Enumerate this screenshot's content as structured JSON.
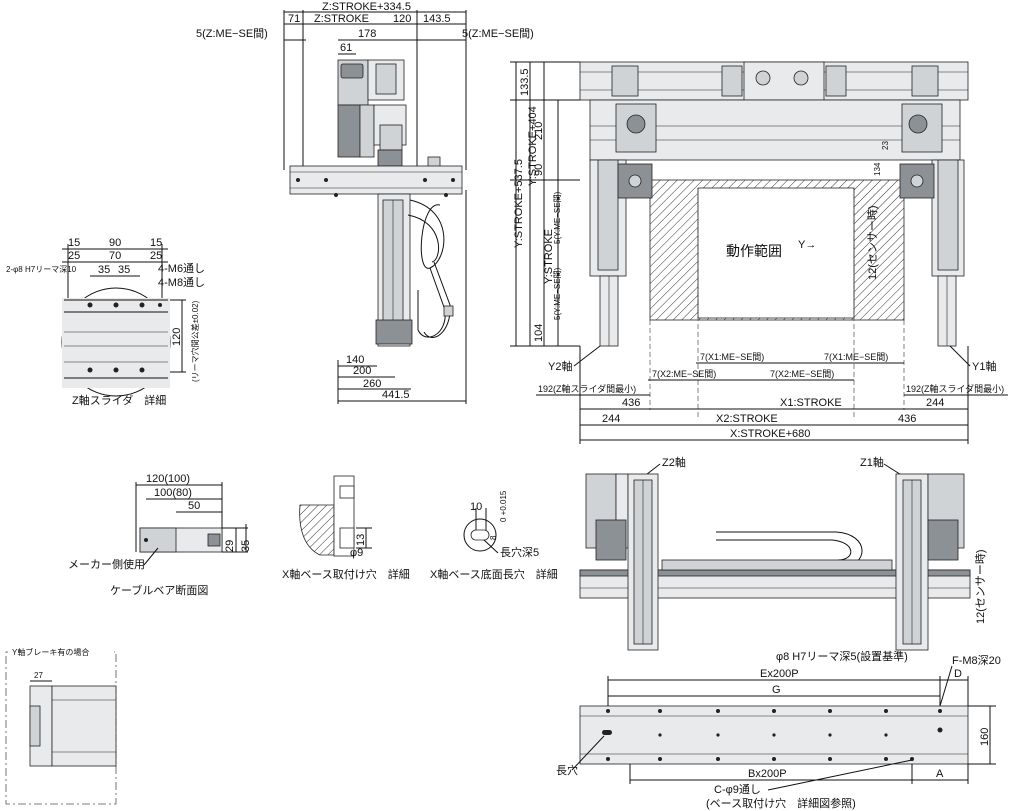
{
  "top_view_dims": {
    "z_stroke_total": "Z:STROKE+334.5",
    "d71": "71",
    "z_stroke": "Z:STROKE",
    "d120": "120",
    "d143_5": "143.5",
    "me_se_left": "5(Z:ME−SE間)",
    "me_se_right": "5(Z:ME−SE間)",
    "d178": "178",
    "d61": "61",
    "d140": "140",
    "d200": "200",
    "d260": "260",
    "d441_5": "441.5"
  },
  "slider_detail": {
    "d15a": "15",
    "d90": "90",
    "d15b": "15",
    "d25a": "25",
    "d70": "70",
    "d25b": "25",
    "d35a": "35",
    "d35b": "35",
    "reamer": "2-φ8 H7リーマ深10",
    "m6": "4-M6通し",
    "m8": "4-M8通し",
    "d120": "120",
    "tolerance": "(リーマ穴間公差±0.02)",
    "caption": "Z軸スライダ　詳細"
  },
  "front_view": {
    "y_stroke_total": "Y:STROKE+537.5",
    "y_stroke_404": "Y:STROKE+404",
    "y_stroke": "Y:STROKE",
    "d133_5": "133.5",
    "d210": "210",
    "d90": "90",
    "d104": "104",
    "y_me_se_top": "5(Y:ME−SE間)",
    "y_me_se_bottom": "5(Y:ME−SE間)",
    "d134": "134",
    "d23": "23",
    "range_label": "動作範囲",
    "y_arrow": "Y→",
    "sensor": "12(センサー時)",
    "y2": "Y2軸",
    "y1": "Y1軸",
    "x1_me_se_a": "7(X1:ME−SE間)",
    "x1_me_se_b": "7(X1:ME−SE間)",
    "x2_me_se_a": "7(X2:ME−SE間)",
    "x2_me_se_b": "7(X2:ME−SE間)",
    "z_slider_min_l": "192(Z軸スライダ間最小)",
    "z_slider_min_r": "192(Z軸スライダ間最小)",
    "d436a": "436",
    "x1_stroke": "X1:STROKE",
    "d244a": "244",
    "d244b": "244",
    "x2_stroke": "X2:STROKE",
    "d436b": "436",
    "x_stroke_total": "X:STROKE+680"
  },
  "cable": {
    "d120_100": "120(100)",
    "d100_80": "100(80)",
    "d50": "50",
    "d29": "29",
    "d35": "35",
    "maker_side": "メーカー側使用",
    "caption": "ケーブルベア断面図"
  },
  "base_hole": {
    "d13": "13",
    "d_phi9": "φ9",
    "caption": "X軸ベース取付け穴　詳細"
  },
  "slot": {
    "d10": "10",
    "d8": "8",
    "tol": "0 +0.015",
    "depth": "長穴深5",
    "caption": "X軸ベース底面長穴　詳細"
  },
  "brake": {
    "title": "Y軸ブレーキ有の場合",
    "d27": "27"
  },
  "side_view": {
    "z2": "Z2軸",
    "z1": "Z1軸",
    "sensor": "12(センサー時)"
  },
  "base_view": {
    "reamer": "φ8 H7リーマ深5(設置基準)",
    "fm8": "F-M8深20",
    "e200p": "Ex200P",
    "d": "D",
    "g": "G",
    "d160": "160",
    "slot": "長穴",
    "b200p": "Bx200P",
    "a": "A",
    "c_phi9": "C-φ9通し",
    "ref": "(ベース取付け穴　詳細図参照)"
  }
}
